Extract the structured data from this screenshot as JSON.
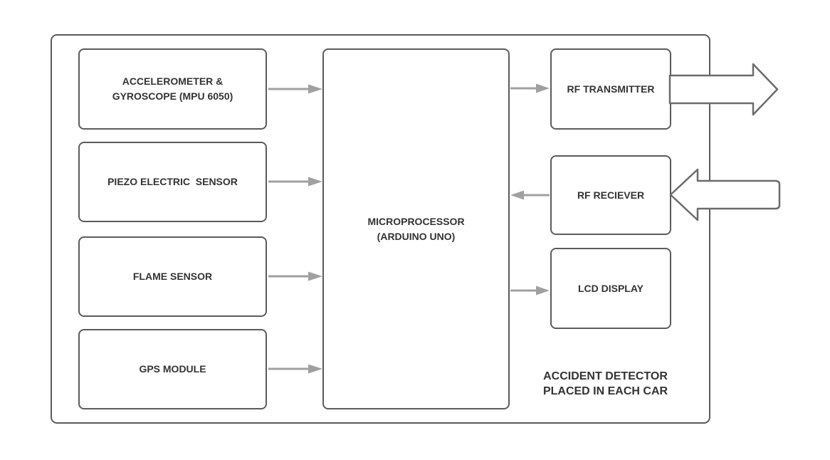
{
  "nodes": {
    "accelerometer_gyroscope": {
      "label": "ACCELEROMETER &\nGYROSCOPE (MPU 6050)"
    },
    "piezo_electric_sensor": {
      "label": "PIEZO ELECTRIC  SENSOR"
    },
    "flame_sensor": {
      "label": "FLAME SENSOR"
    },
    "gps_module": {
      "label": "GPS MODULE"
    },
    "microprocessor": {
      "label": "MICROPROCESSOR\n(ARDUINO UNO)"
    },
    "rf_transmitter": {
      "label": "RF TRANSMITTER"
    },
    "rf_receiver": {
      "label": "RF RECIEVER"
    },
    "lcd_display": {
      "label": "LCD DISPLAY"
    }
  },
  "container_caption": "ACCIDENT DETECTOR\nPLACED IN EACH CAR",
  "edges": [
    {
      "from": "accelerometer_gyroscope",
      "to": "microprocessor",
      "style": "arrow"
    },
    {
      "from": "piezo_electric_sensor",
      "to": "microprocessor",
      "style": "arrow"
    },
    {
      "from": "flame_sensor",
      "to": "microprocessor",
      "style": "arrow"
    },
    {
      "from": "gps_module",
      "to": "microprocessor",
      "style": "arrow"
    },
    {
      "from": "microprocessor",
      "to": "rf_transmitter",
      "style": "arrow"
    },
    {
      "from": "rf_receiver",
      "to": "microprocessor",
      "style": "arrow"
    },
    {
      "from": "microprocessor",
      "to": "lcd_display",
      "style": "arrow"
    },
    {
      "from": "rf_transmitter",
      "to": "outside-right",
      "style": "block-arrow"
    },
    {
      "from": "outside-right",
      "to": "rf_receiver",
      "style": "block-arrow"
    }
  ],
  "colors": {
    "background": "#ffffff",
    "box_border": "#5b5b5b",
    "box_fill": "#ffffff",
    "text": "#333333",
    "connector": "#a0a0a0",
    "block_arrow_outline": "#6b6b6b",
    "block_arrow_fill": "#ffffff"
  }
}
